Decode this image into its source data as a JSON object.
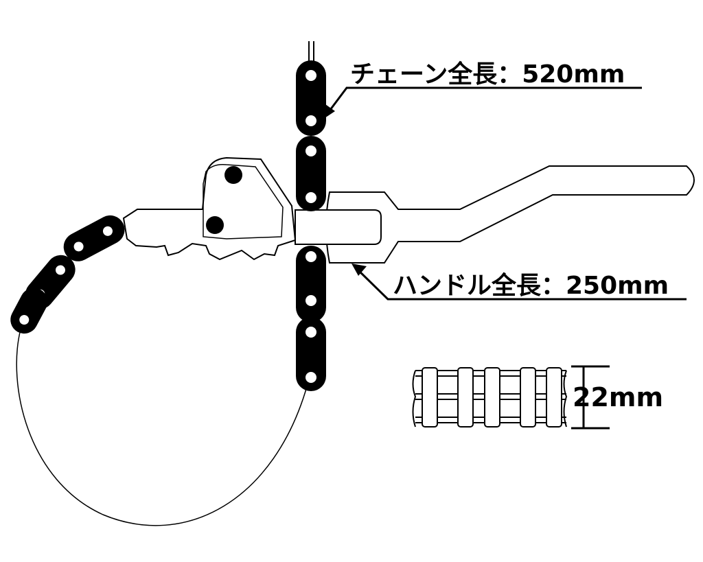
{
  "labels": {
    "chain_length": "チェーン全長：520mm",
    "handle_length": "ハンドル全長：250mm",
    "chain_width": "22mm"
  },
  "colors": {
    "ink": "#000000",
    "paper": "#ffffff"
  },
  "icons": {
    "main": "chain-wrench-icon",
    "detail": "roller-chain-icon"
  }
}
